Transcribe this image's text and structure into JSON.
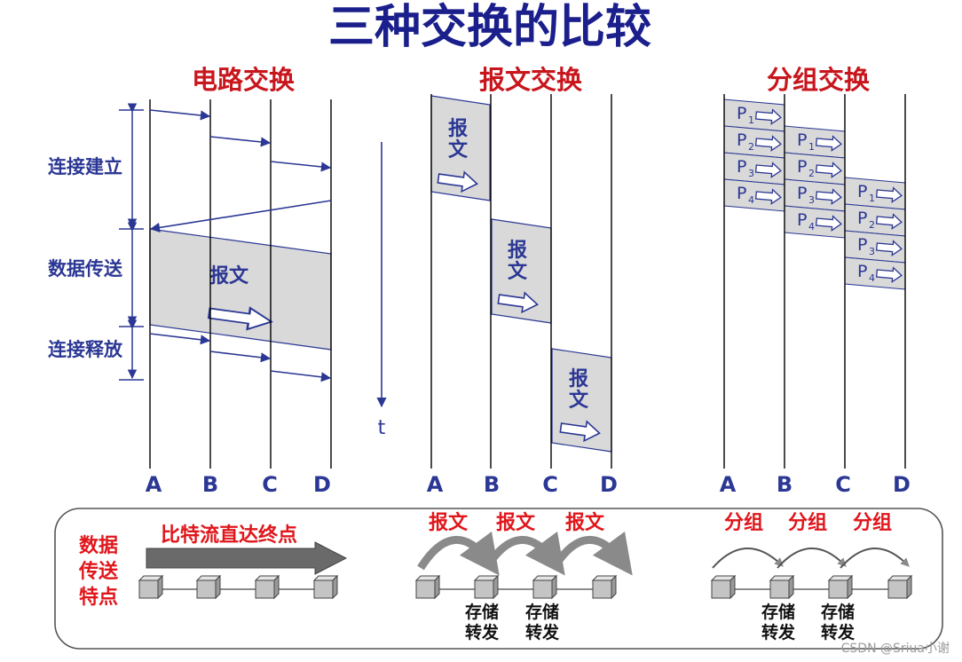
{
  "title": "三种交换的比较",
  "sections": {
    "circuit": "电路交换",
    "message": "报文交换",
    "packet": "分组交换"
  },
  "nodes": [
    "A",
    "B",
    "C",
    "D"
  ],
  "phases": {
    "setup": "连接建立",
    "transfer": "数据传送",
    "release": "连接释放"
  },
  "message_label": "报文",
  "message_label_char1": "报",
  "message_label_char2": "文",
  "time_axis_label": "t",
  "packet_letter": "P",
  "packets": [
    "1",
    "2",
    "3",
    "4"
  ],
  "bottom": {
    "side_label": [
      "数据",
      "传送",
      "特点"
    ],
    "bitstream_label": "比特流直达终点",
    "message_hops": [
      "报文",
      "报文",
      "报文"
    ],
    "packet_hops": [
      "分组",
      "分组",
      "分组"
    ],
    "store_forward": [
      "存储",
      "转发"
    ]
  },
  "watermark": "CSDN @Sriua小谢",
  "colors": {
    "title": "#1a1f8c",
    "section": "#c8161d",
    "accent_blue": "#2b3794",
    "red_label": "#e0161b",
    "gray_fill": "#d9d9d9"
  }
}
